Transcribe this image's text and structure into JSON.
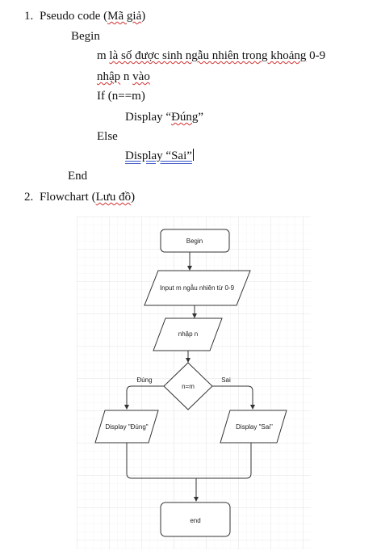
{
  "doc": {
    "s1_num": "1.",
    "s1_a": "Pseudo code (",
    "s1_b": "Mã giả",
    "s1_c": ")",
    "begin": "Begin",
    "l1_a": "m ",
    "l1_b": "là số được sinh ngẫu nhiên trong khoảng",
    "l1_c": " 0-9",
    "l2_a": "nhập",
    "l2_b": " n ",
    "l2_c": "vào",
    "if_line": "If (n==m)",
    "disp1_a": "Display “",
    "disp1_b": "Đúng",
    "disp1_c": "”",
    "else": "Else",
    "disp2": "Display “Sai”",
    "end": "End",
    "s2_num": "2.",
    "s2_a": "Flowchart (",
    "s2_b": "Lưu đồ",
    "s2_c": ")"
  },
  "flowchart": {
    "begin": "Begin",
    "input_m": "Input m ngẫu nhiên từ 0-9",
    "input_n": "nhập n",
    "decision": "n=m",
    "yes": "Đúng",
    "no": "Sai",
    "disp_yes": "Display \"Đúng\"",
    "disp_no": "Display \"Sai\"",
    "end": "end"
  },
  "colors": {
    "spell_underline": "#d23030",
    "grammar_underline": "#3a56c4",
    "grid": "#e3e3e3",
    "shape_stroke": "#333333"
  }
}
